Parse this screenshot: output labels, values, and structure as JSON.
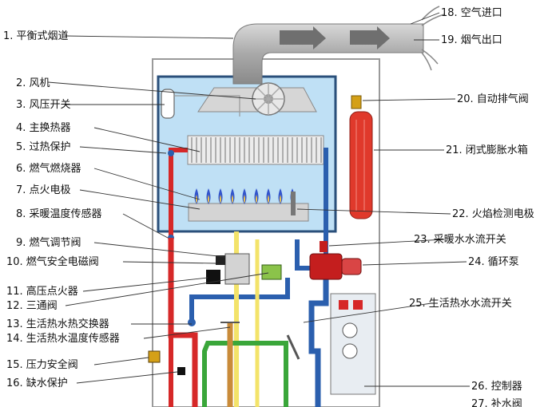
{
  "labels_left": [
    {
      "id": "l1",
      "text": "1. 平衡式烟道"
    },
    {
      "id": "l2",
      "text": "2. 风机"
    },
    {
      "id": "l3",
      "text": "3. 风压开关"
    },
    {
      "id": "l4",
      "text": "4. 主换热器"
    },
    {
      "id": "l5",
      "text": "5. 过热保护"
    },
    {
      "id": "l6",
      "text": "6. 燃气燃烧器"
    },
    {
      "id": "l7",
      "text": "7. 点火电极"
    },
    {
      "id": "l8",
      "text": "8. 采暖温度传感器"
    },
    {
      "id": "l9",
      "text": "9. 燃气调节阀"
    },
    {
      "id": "l10",
      "text": "10. 燃气安全电磁阀"
    },
    {
      "id": "l11",
      "text": "11. 高压点火器"
    },
    {
      "id": "l12",
      "text": "12. 三通阀"
    },
    {
      "id": "l13",
      "text": "13. 生活热水热交换器"
    },
    {
      "id": "l14",
      "text": "14. 生活热水温度传感器"
    },
    {
      "id": "l15",
      "text": "15. 压力安全阀"
    },
    {
      "id": "l16",
      "text": "16. 缺水保护"
    }
  ],
  "labels_right": [
    {
      "id": "r18",
      "text": "18. 空气进口"
    },
    {
      "id": "r19",
      "text": "19. 烟气出口"
    },
    {
      "id": "r20",
      "text": "20. 自动排气阀"
    },
    {
      "id": "r21",
      "text": "21. 闭式膨胀水箱"
    },
    {
      "id": "r22",
      "text": "22. 火焰检测电极"
    },
    {
      "id": "r23",
      "text": "23. 采暖水水流开关"
    },
    {
      "id": "r24",
      "text": "24. 循环泵"
    },
    {
      "id": "r25",
      "text": "25. 生活热水水流开关"
    },
    {
      "id": "r26",
      "text": "26. 控制器"
    },
    {
      "id": "r27",
      "text": "27. 补水阀"
    }
  ],
  "colors": {
    "flue_pipe": "#a9a9a9",
    "combustion_chamber": "#bfe0f5",
    "heating_water": "#d62828",
    "return_water": "#2b5fae",
    "gas_line": "#f3e36a",
    "cold_water": "#3aa63a",
    "hot_water": "#c98b3a",
    "pump": "#c41e1e",
    "expansion_tank": "#e0392b",
    "flame": "#3355cc"
  }
}
